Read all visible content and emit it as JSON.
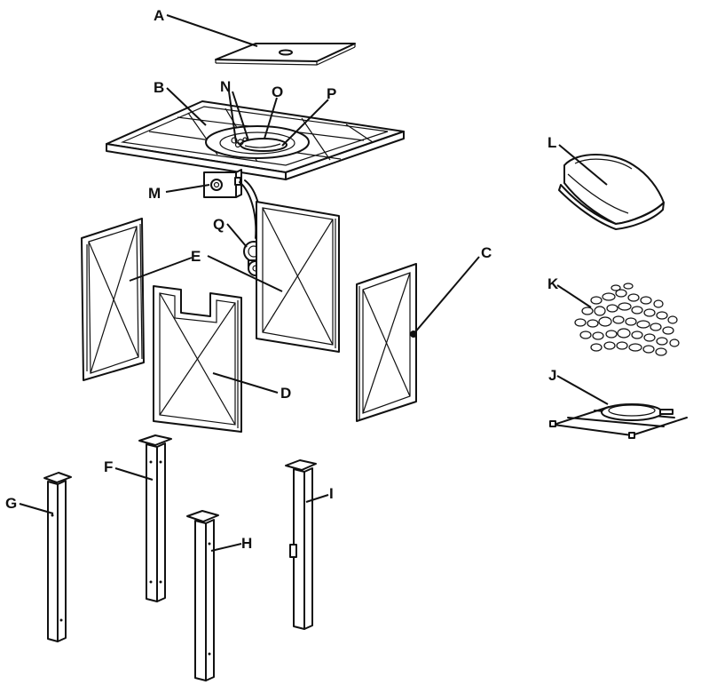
{
  "diagram": {
    "labels": {
      "A": "A",
      "B": "B",
      "N": "N",
      "O": "O",
      "P": "P",
      "M": "M",
      "Q": "Q",
      "E": "E",
      "C": "C",
      "D": "D",
      "F": "F",
      "G": "G",
      "H": "H",
      "I": "I",
      "L": "L",
      "K": "K",
      "J": "J"
    }
  }
}
